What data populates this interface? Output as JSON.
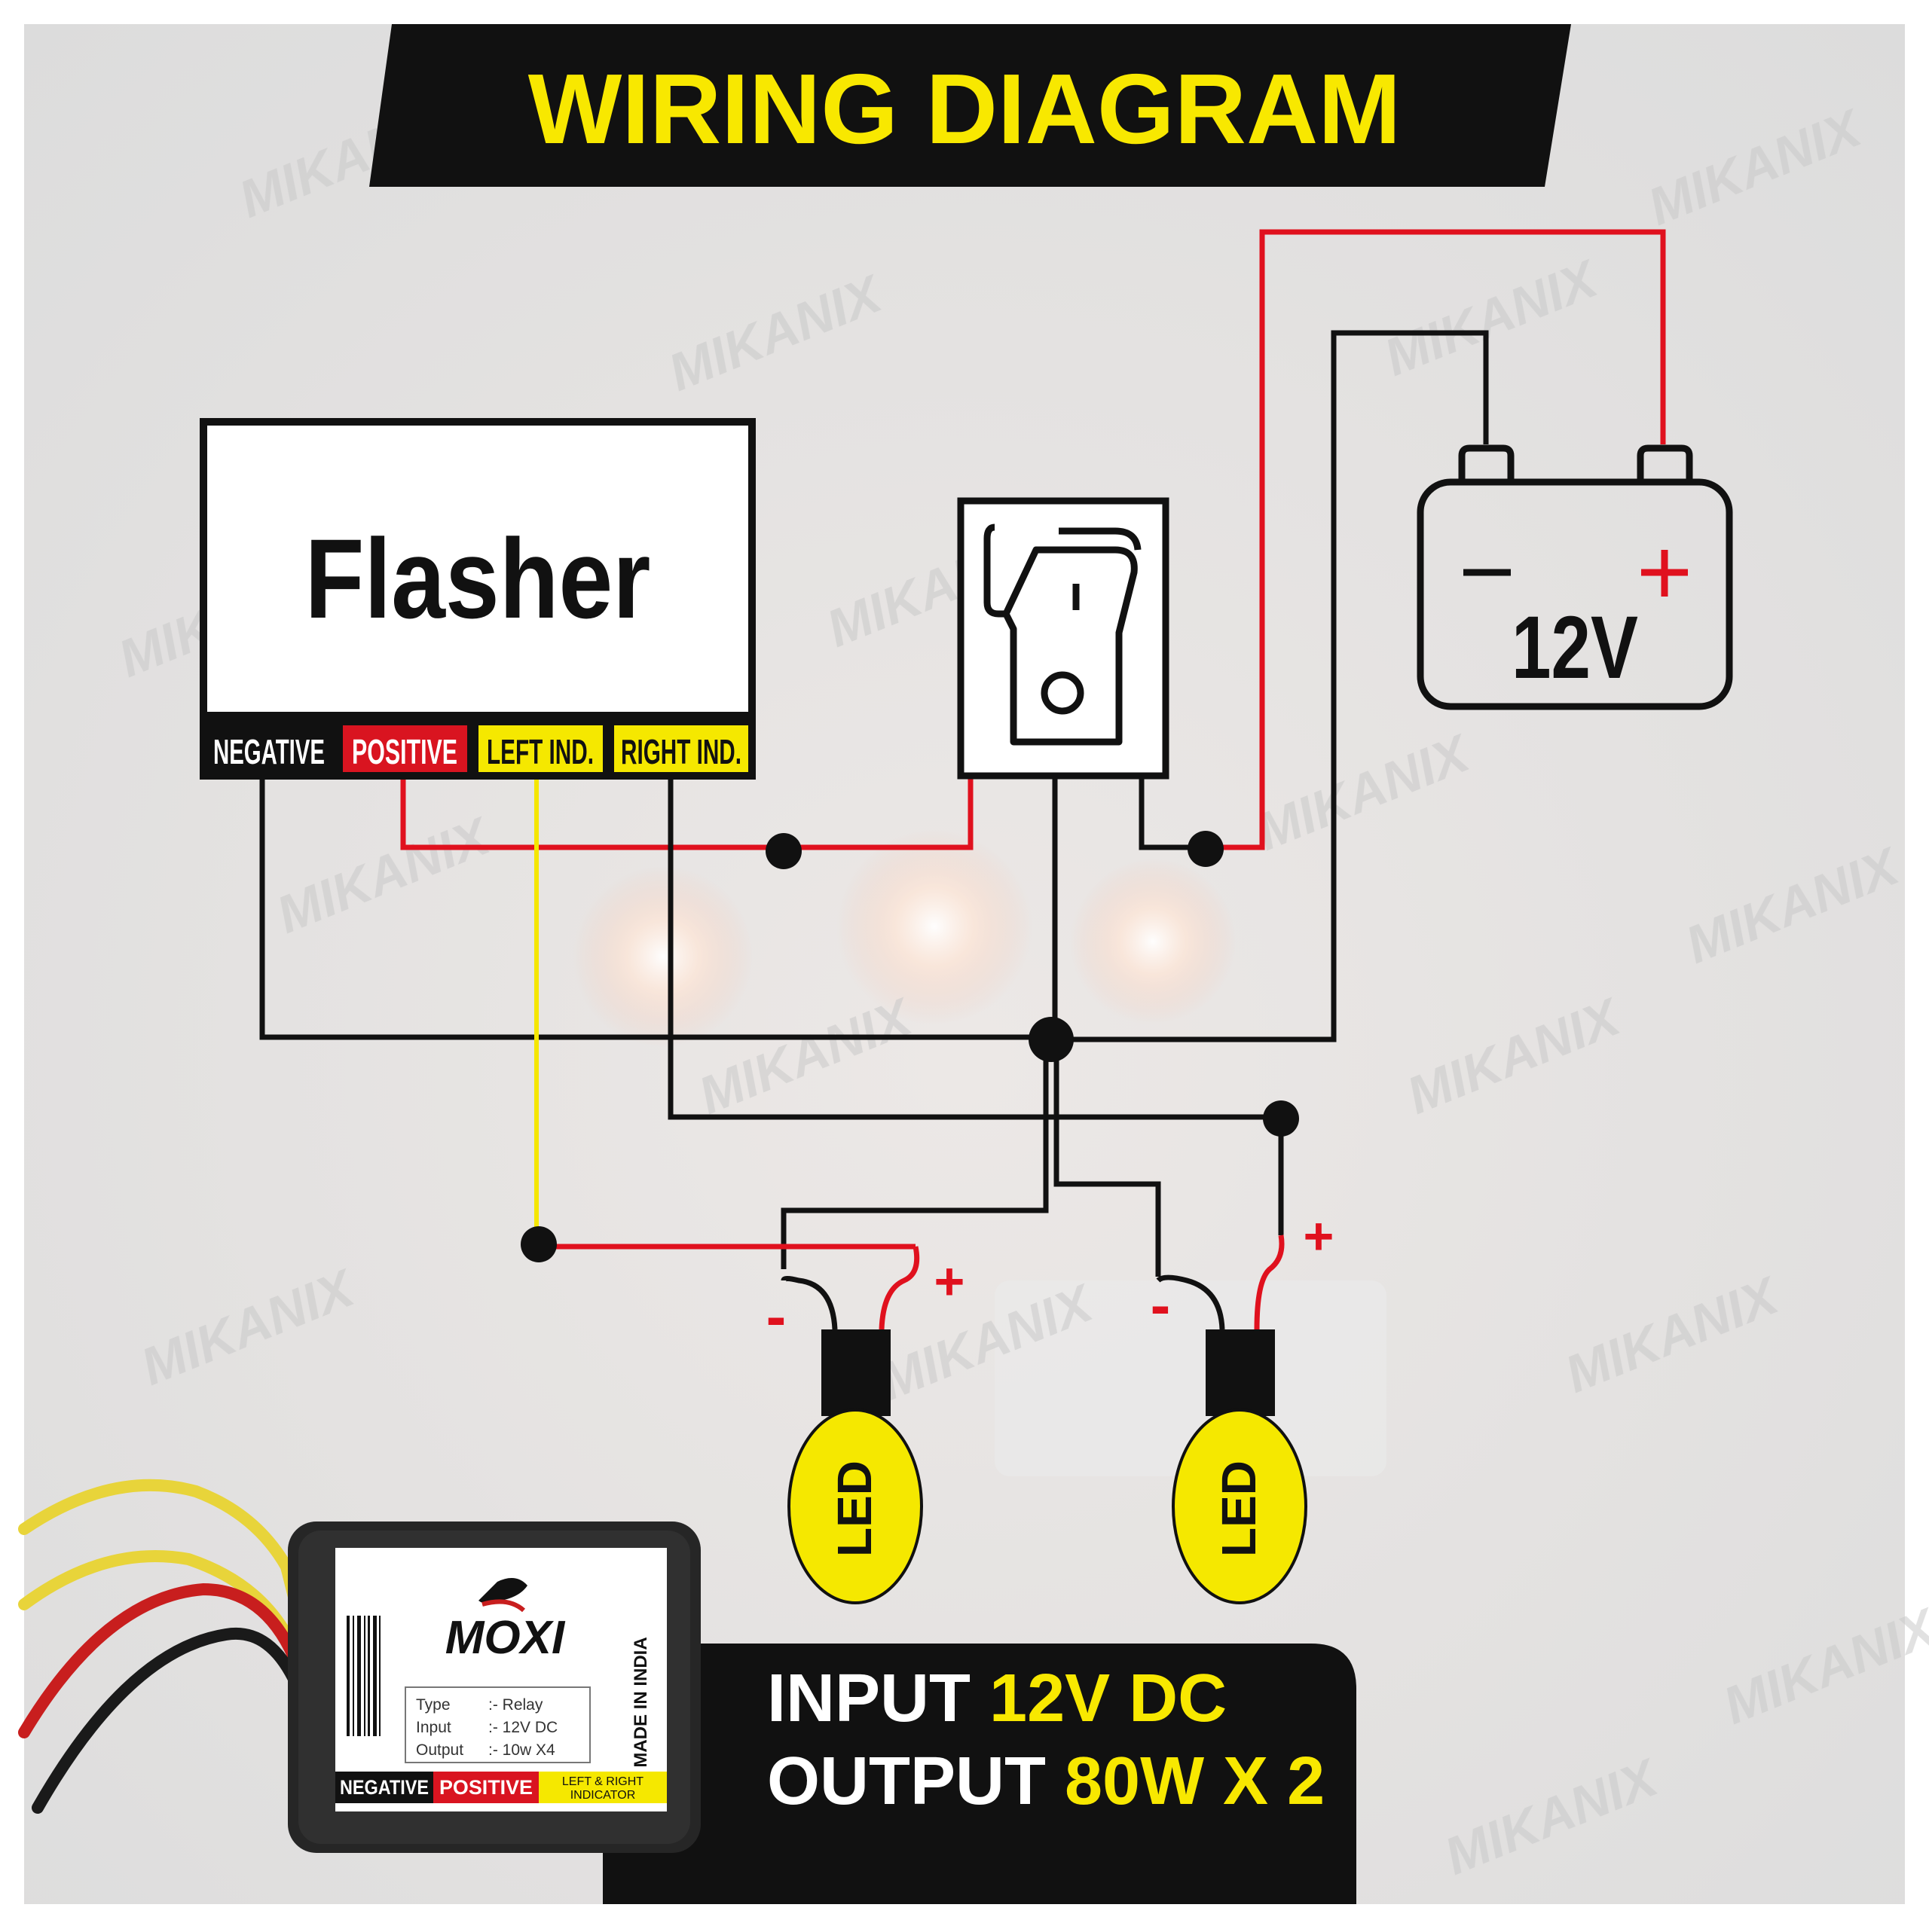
{
  "title": "WIRING DIAGRAM",
  "watermark": "MIKANIX",
  "flasher": {
    "label": "Flasher",
    "terminals": [
      "NEGATIVE",
      "POSITIVE",
      "LEFT IND.",
      "RIGHT IND."
    ]
  },
  "battery": {
    "voltage": "12V",
    "minus": "−",
    "plus": "+"
  },
  "leds": {
    "label": "LED",
    "minus": "-",
    "plus": "+"
  },
  "product": {
    "brand": "MOXI",
    "rows": [
      {
        "key": "Type",
        "value": ":- Relay"
      },
      {
        "key": "Input",
        "value": ":- 12V DC"
      },
      {
        "key": "Output",
        "value": ":- 10w X4"
      }
    ],
    "made_in": "MADE IN INDIA",
    "labels": [
      "NEGATIVE",
      "POSITIVE"
    ],
    "indicator_label": [
      "LEFT & RIGHT",
      "INDICATOR"
    ]
  },
  "specs": {
    "line1_label": "INPUT",
    "line1_value": "12V DC",
    "line2_label": "OUTPUT",
    "line2_value": "80W X 2"
  },
  "colors": {
    "title_band": "#111111",
    "title_text": "#f8e800",
    "wire_black": "#111111",
    "wire_red": "#e0111e",
    "wire_yellow": "#f5e600",
    "led_fill": "#f5e800",
    "terminal_negative": "#111111",
    "terminal_positive": "#d91420",
    "terminal_indicator": "#f5e800"
  }
}
